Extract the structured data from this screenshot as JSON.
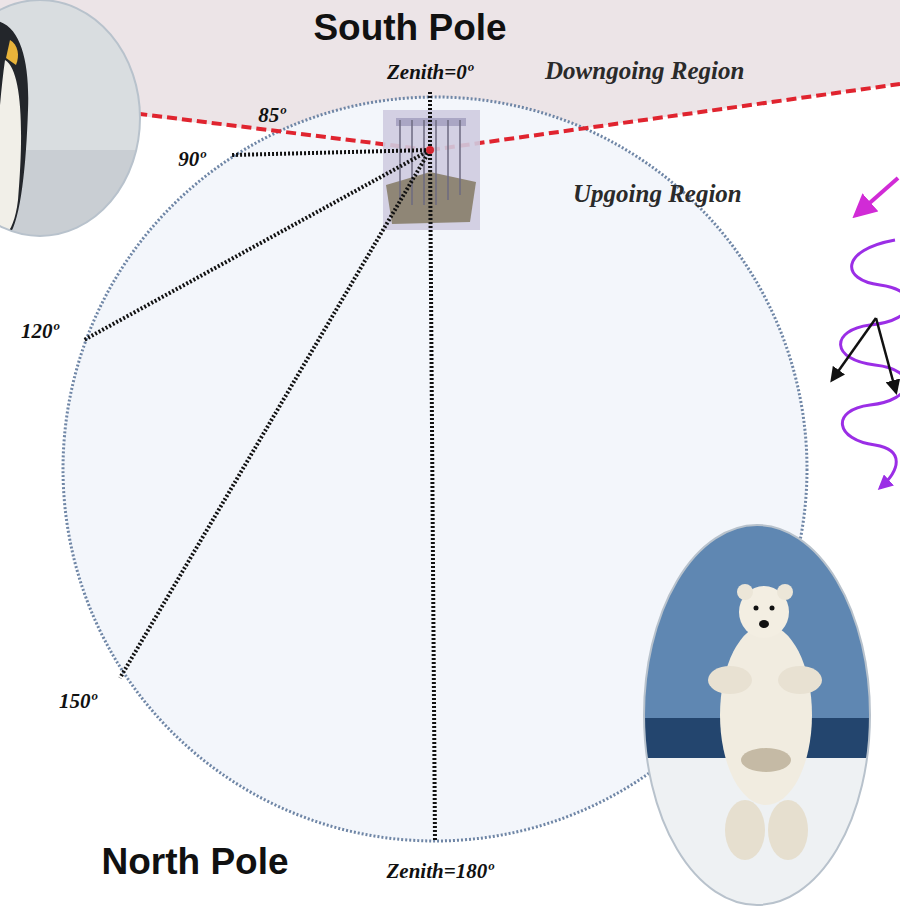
{
  "diagram": {
    "labels": [
      "South Pole",
      "Zenith=0º",
      "Downgoing Region",
      "85º",
      "90º",
      "Upgoing Region",
      "120º",
      "150º",
      "North Pole",
      "Zenith=180º"
    ]
  }
}
